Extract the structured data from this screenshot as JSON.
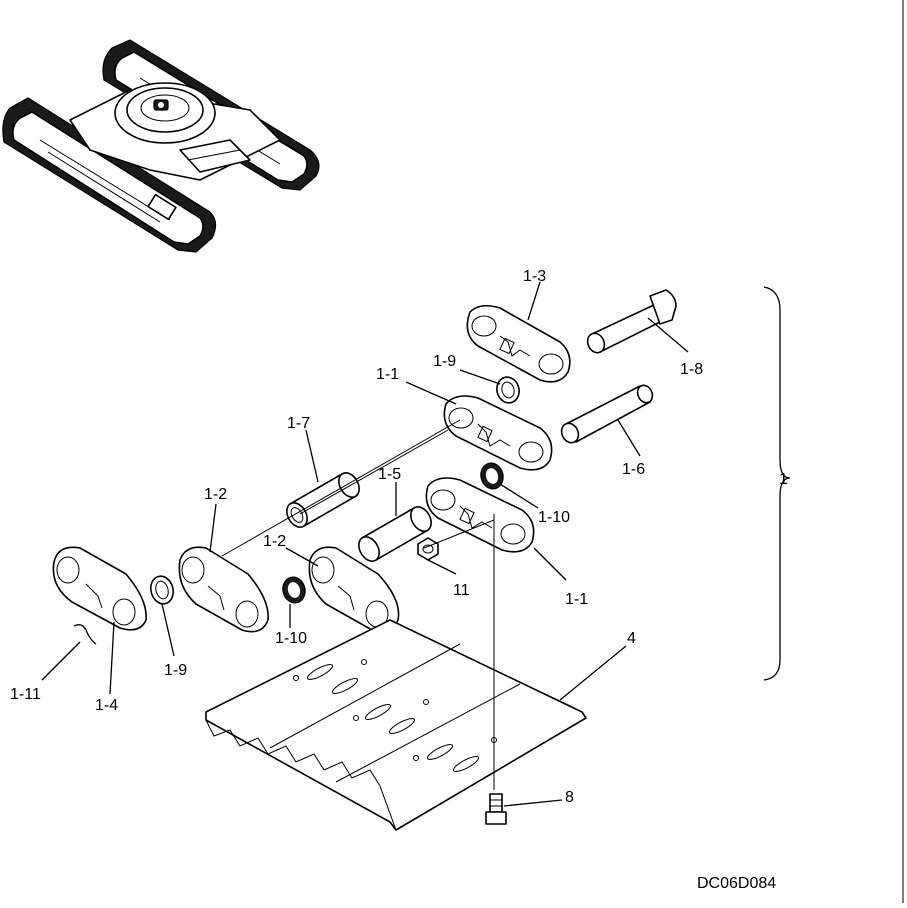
{
  "drawing": {
    "code": "DC06D084",
    "assembly_label": "1",
    "part_labels": {
      "p1_3": "1-3",
      "p1_8": "1-8",
      "p1_9a": "1-9",
      "p1_1a": "1-1",
      "p1_7": "1-7",
      "p1_6": "1-6",
      "p1_2a": "1-2",
      "p1_5": "1-5",
      "p1_10a": "1-10",
      "p1_2b": "1-2",
      "p11": "11",
      "p1_1b": "1-1",
      "p4": "4",
      "p1_10b": "1-10",
      "p1_9b": "1-9",
      "p1_11": "1-11",
      "p1_4": "1-4",
      "p8": "8"
    }
  }
}
